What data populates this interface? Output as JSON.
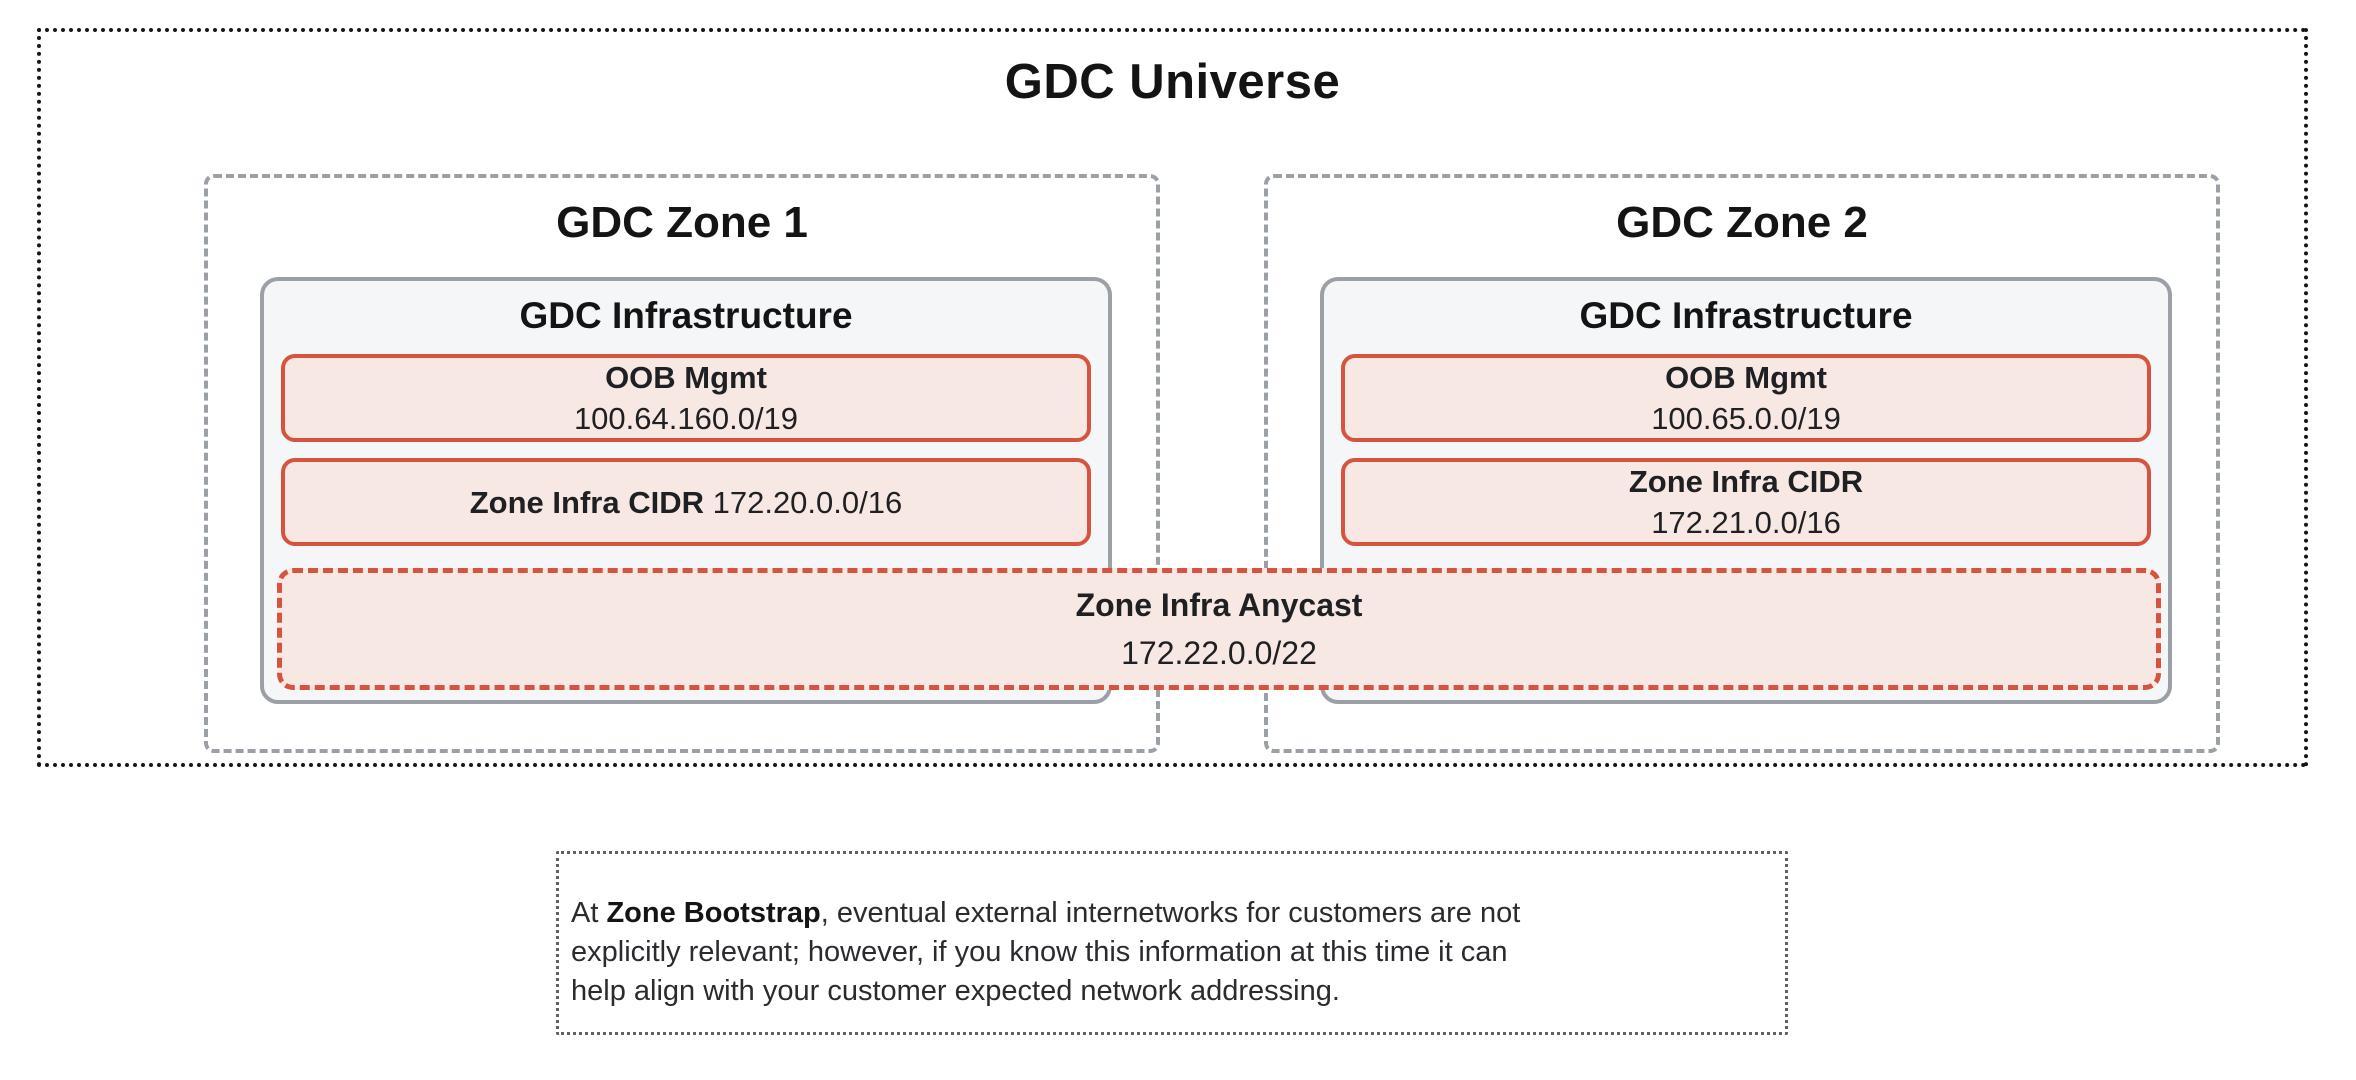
{
  "colors": {
    "red_border": "#d6533f",
    "pink_fill": "#f8e8e4",
    "gray_border": "#9aa0a6",
    "infra_fill": "#f5f6f8",
    "outer_border": "#161616",
    "note_border": "#5f6368"
  },
  "universe": {
    "title": "GDC Universe",
    "zones": [
      {
        "title": "GDC Zone 1",
        "infra_title": "GDC Infrastructure",
        "oob": {
          "label": "OOB Mgmt",
          "cidr": "100.64.160.0/19"
        },
        "zone_cidr": {
          "label": "Zone Infra CIDR",
          "cidr": "172.20.0.0/16"
        }
      },
      {
        "title": "GDC Zone 2",
        "infra_title": "GDC Infrastructure",
        "oob": {
          "label": "OOB Mgmt",
          "cidr": "100.65.0.0/19"
        },
        "zone_cidr": {
          "label": "Zone Infra CIDR",
          "cidr": "172.21.0.0/16"
        }
      }
    ],
    "anycast": {
      "label": "Zone Infra Anycast",
      "cidr": "172.22.0.0/22"
    }
  },
  "note": {
    "line1_prefix": "At ",
    "line1_bold": "Zone Bootstrap",
    "line1_rest": ", eventual external internetworks for customers are not",
    "line2": "explicitly relevant; however, if you know this information at this time it can",
    "line3": "help align with your customer expected network addressing."
  }
}
